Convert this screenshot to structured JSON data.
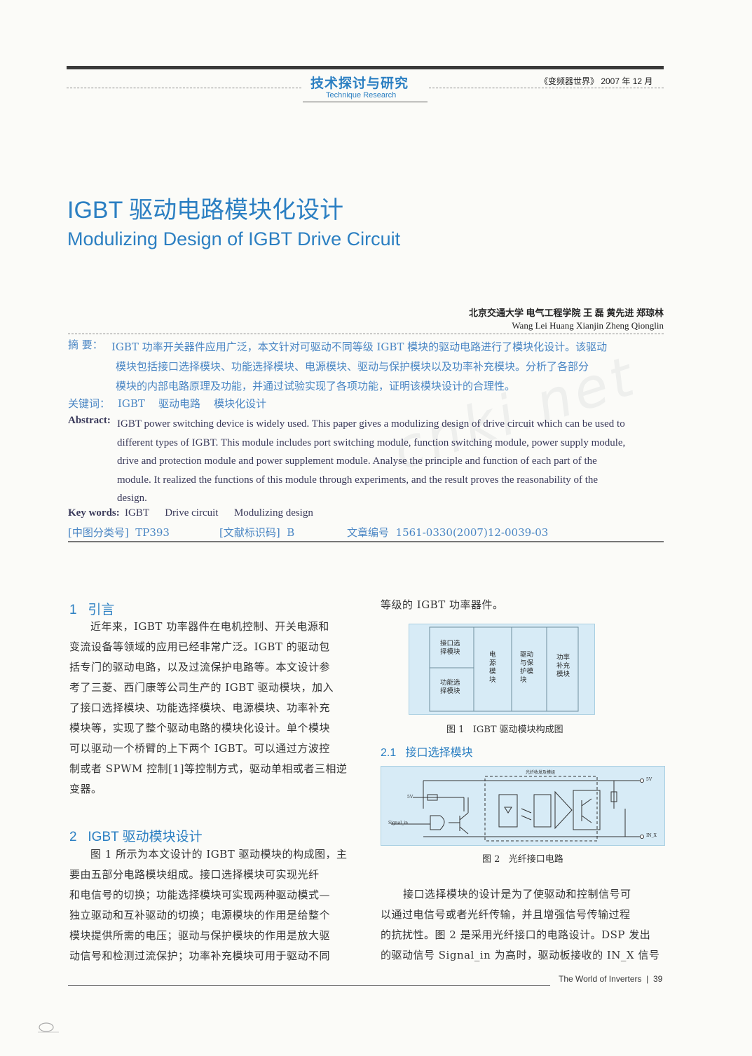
{
  "header": {
    "section_cn": "技术探讨与研究",
    "section_en": "Technique Research",
    "journal": "《变频器世界》 2007 年 12 月"
  },
  "title": {
    "cn": "IGBT 驱动电路模块化设计",
    "en": "Modulizing Design of IGBT Drive Circuit"
  },
  "affiliation": "北京交通大学   电气工程学院   王  磊   黄先进   郑琼林",
  "authors_en": "Wang Lei    Huang Xianjin    Zheng Qionglin",
  "abstract_cn": {
    "label": "摘    要：",
    "lines": [
      "IGBT 功率开关器件应用广泛，本文针对可驱动不同等级 IGBT 模块的驱动电路进行了模块化设计。该驱动",
      "模块包括接口选择模块、功能选择模块、电源模块、驱动与保护模块以及功率补充模块。分析了各部分",
      "模块的内部电路原理及功能，并通过试验实现了各项功能，证明该模块设计的合理性。"
    ]
  },
  "keywords_cn": {
    "label": "关键词：",
    "text": "IGBT    驱动电路    模块化设计"
  },
  "abstract_en": {
    "label": "Abstract:",
    "lines": [
      "IGBT power switching device is widely used. This paper gives a modulizing design of drive circuit which can be used to",
      "different types of IGBT. This module includes port switching module, function switching module, power supply module,",
      "drive and protection module and power supplement module. Analyse the principle and function of each part of the",
      "module. It realized the functions of this module through experiments, and the result proves the reasonability of the",
      "design."
    ]
  },
  "keywords_en": {
    "label": "Key words:",
    "text": "IGBT      Drive circuit      Modulizing design"
  },
  "classification": {
    "clc": "[中图分类号]  TP393",
    "doc_code": "[文献标识码]  B",
    "article_no": "文章编号  1561-0330(2007)12-0039-03"
  },
  "section1": {
    "heading": "1   引言",
    "lines": [
      "近年来，IGBT 功率器件在电机控制、开关电源和",
      "变流设备等领域的应用已经非常广泛。IGBT 的驱动包",
      "括专门的驱动电路，以及过流保护电路等。本文设计参",
      "考了三菱、西门康等公司生产的 IGBT 驱动模块，加入",
      "了接口选择模块、功能选择模块、电源模块、功率补充",
      "模块等，实现了整个驱动电路的模块化设计。单个模块",
      "可以驱动一个桥臂的上下两个 IGBT。可以通过方波控",
      "制或者 SPWM 控制[1]等控制方式，驱动单相或者三相逆",
      "变器。"
    ]
  },
  "section2": {
    "heading": "2   IGBT 驱动模块设计",
    "lines": [
      "图 1 所示为本文设计的 IGBT 驱动模块的构成图，主",
      "要由五部分电路模块组成。接口选择模块可实现光纤",
      "和电信号的切换；功能选择模块可实现两种驱动模式—",
      "独立驱动和互补驱动的切换；电源模块的作用是给整个",
      "模块提供所需的电压；驱动与保护模块的作用是放大驱",
      "动信号和检测过流保护；功率补充模块可用于驱动不同"
    ]
  },
  "right_col": {
    "continuation": "等级的 IGBT 功率器件。",
    "fig1": {
      "blocks": [
        "接口选择模块",
        "功能选择模块",
        "电源模块",
        "驱动与保护模块",
        "功率补充模块"
      ],
      "caption": "图 1   IGBT 驱动模块构成图"
    },
    "sub_heading": "2.1   接口选择模块",
    "fig2": {
      "labels": {
        "top": "光纤收发及模组",
        "v5_right": "5V",
        "v5_left": "5V",
        "signal_in": "Signal_in",
        "in_x": "IN_X"
      },
      "caption": "图 2   光纤接口电路"
    },
    "lines": [
      "接口选择模块的设计是为了使驱动和控制信号可",
      "以通过电信号或者光纤传输，并且增强信号传输过程",
      "的抗扰性。图 2 是采用光纤接口的电路设计。DSP 发出",
      "的驱动信号 Signal_in 为高时，驱动板接收的 IN_X 信号"
    ]
  },
  "footer": {
    "text": "The World of Inverters  |  39"
  },
  "watermark": "cnki.net",
  "colors": {
    "accent_blue": "#2b7fc2",
    "rule": "#3a3a3a",
    "figure_bg": "#d7ebf6"
  }
}
